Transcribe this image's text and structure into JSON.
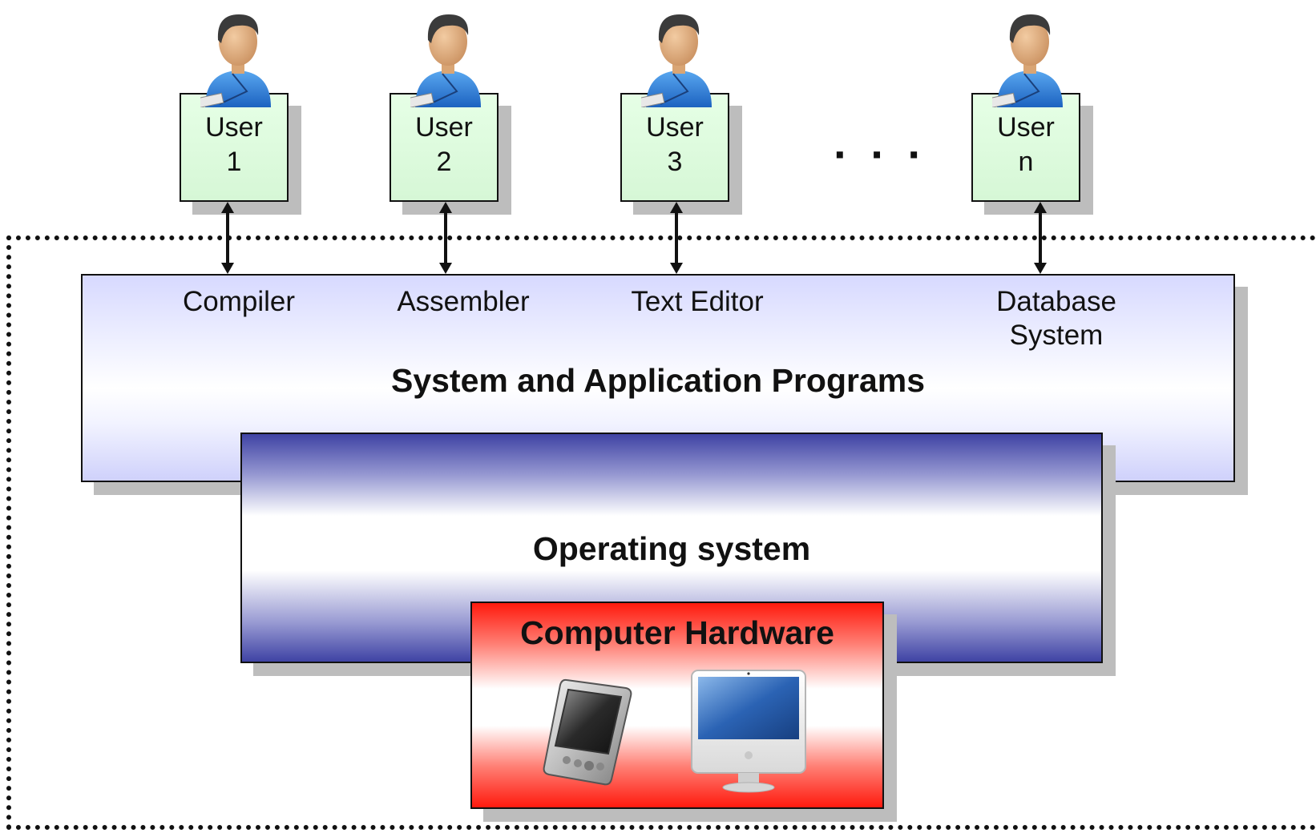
{
  "users": [
    {
      "line1": "User",
      "line2": "1"
    },
    {
      "line1": "User",
      "line2": "2"
    },
    {
      "line1": "User",
      "line2": "3"
    },
    {
      "line1": "User",
      "line2": "n"
    }
  ],
  "ellipsis": "· · ·",
  "programs": {
    "compiler": "Compiler",
    "assembler": "Assembler",
    "text_editor": "Text Editor",
    "database_line1": "Database",
    "database_line2": "System",
    "title": "System and Application Programs"
  },
  "operating_system": {
    "title": "Operating system"
  },
  "hardware": {
    "title": "Computer Hardware"
  },
  "icons": [
    "user-icon",
    "pda-icon",
    "desktop-computer-icon",
    "double-arrow-icon"
  ],
  "colors": {
    "user_box": "#d6f7d6",
    "apps_panel": "#d7d9ff",
    "os_panel": "#3f43a4",
    "hardware_panel": "#ff1a0e"
  }
}
